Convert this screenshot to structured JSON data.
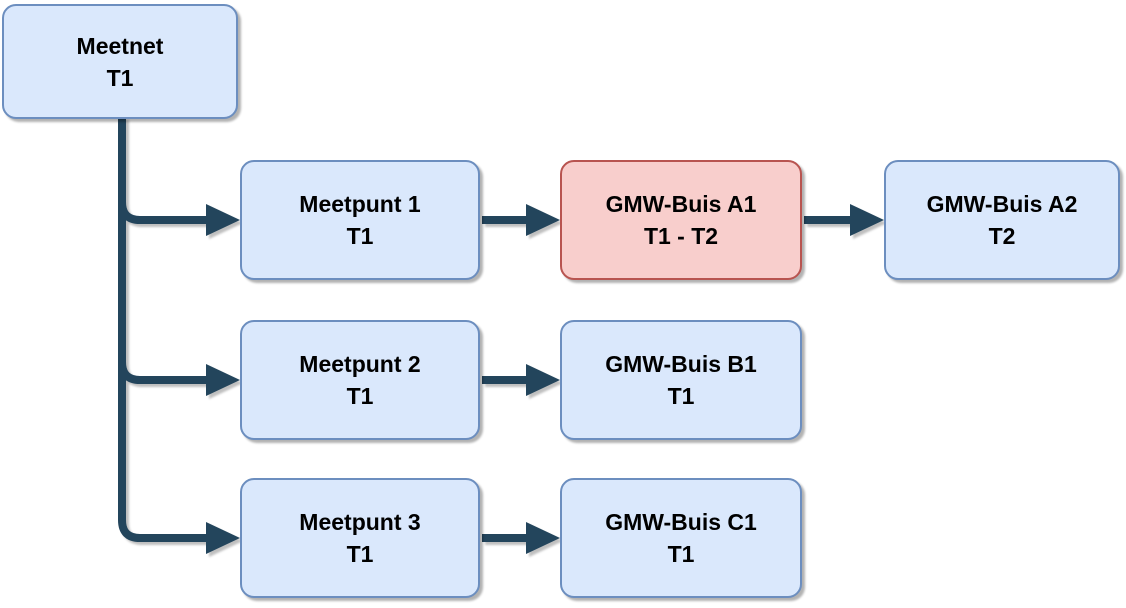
{
  "diagram": {
    "background": "#ffffff",
    "colors": {
      "background": "#ffffff",
      "node_fill_blue": "#dae8fc",
      "node_border_blue": "#6c8ebf",
      "node_fill_red": "#f8cecc",
      "node_border_red": "#b85450",
      "connector": "#23455c",
      "text": "#000000"
    },
    "nodes": [
      {
        "id": "meetnet",
        "name": "Meetnet",
        "period": "T1",
        "variant": "blue"
      },
      {
        "id": "meetpunt-1",
        "name": "Meetpunt 1",
        "period": "T1",
        "variant": "blue"
      },
      {
        "id": "gmw-buis-a1",
        "name": "GMW-Buis A1",
        "period": "T1 - T2",
        "variant": "red"
      },
      {
        "id": "gmw-buis-a2",
        "name": "GMW-Buis A2",
        "period": "T2",
        "variant": "blue"
      },
      {
        "id": "meetpunt-2",
        "name": "Meetpunt 2",
        "period": "T1",
        "variant": "blue"
      },
      {
        "id": "gmw-buis-b1",
        "name": "GMW-Buis B1",
        "period": "T1",
        "variant": "blue"
      },
      {
        "id": "meetpunt-3",
        "name": "Meetpunt 3",
        "period": "T1",
        "variant": "blue"
      },
      {
        "id": "gmw-buis-c1",
        "name": "GMW-Buis C1",
        "period": "T1",
        "variant": "blue"
      }
    ],
    "edges": [
      {
        "from": "meetnet",
        "to": "meetpunt-1"
      },
      {
        "from": "meetnet",
        "to": "meetpunt-2"
      },
      {
        "from": "meetnet",
        "to": "meetpunt-3"
      },
      {
        "from": "meetpunt-1",
        "to": "gmw-buis-a1"
      },
      {
        "from": "gmw-buis-a1",
        "to": "gmw-buis-a2"
      },
      {
        "from": "meetpunt-2",
        "to": "gmw-buis-b1"
      },
      {
        "from": "meetpunt-3",
        "to": "gmw-buis-c1"
      }
    ]
  }
}
